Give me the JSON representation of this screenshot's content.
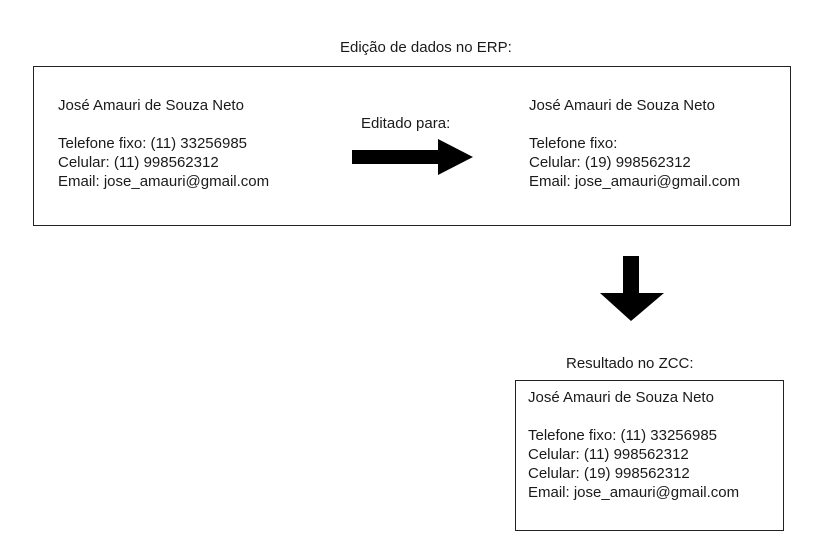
{
  "title": "Edição de dados no ERP:",
  "before": {
    "name": "José Amauri de Souza Neto",
    "lines": [
      "Telefone fixo: (11) 33256985",
      "Celular: (11) 998562312",
      "Email: jose_amauri@gmail.com"
    ]
  },
  "edit_label": "Editado para:",
  "after": {
    "name": "José Amauri de Souza Neto",
    "lines": [
      "Telefone fixo:",
      "Celular: (19) 998562312",
      "Email: jose_amauri@gmail.com"
    ]
  },
  "result_label": "Resultado no ZCC:",
  "result": {
    "name": "José Amauri de Souza Neto",
    "lines": [
      "Telefone fixo: (11) 33256985",
      "Celular: (11) 998562312",
      "Celular: (19) 998562312",
      "Email: jose_amauri@gmail.com"
    ]
  },
  "arrow_color": "#000000"
}
